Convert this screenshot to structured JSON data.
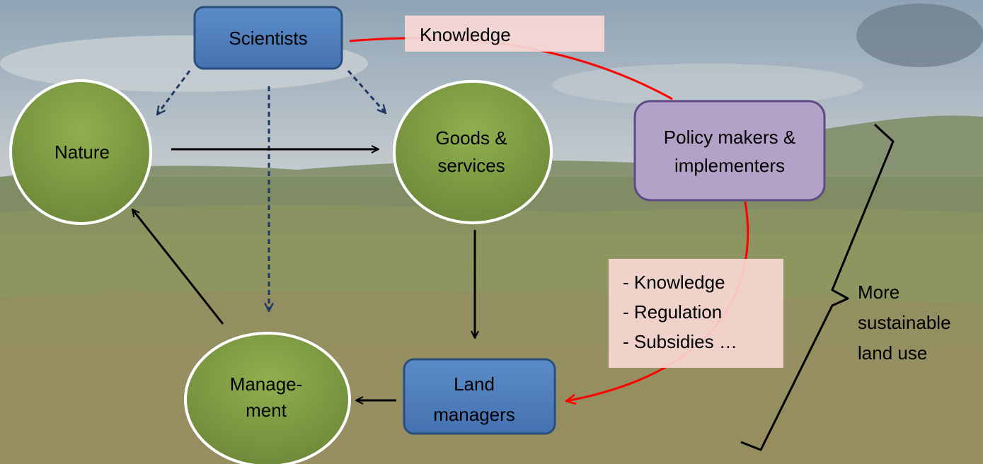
{
  "nodes": {
    "scientists": "Scientists",
    "nature": "Nature",
    "goods": [
      "Goods &",
      "services"
    ],
    "policy": [
      "Policy makers &",
      "implementers"
    ],
    "management": [
      "Manage-",
      "ment"
    ],
    "land_managers": [
      "Land",
      "managers"
    ]
  },
  "labels": {
    "knowledge": "Knowledge",
    "policy_tools": [
      "- Knowledge",
      "- Regulation",
      "- Subsidies …"
    ],
    "outcome": [
      "More",
      "sustainable",
      "land use"
    ]
  },
  "colors": {
    "blue_box": "#4f81bd",
    "purple_box": "#b3a2c7",
    "circle_fill": "#77933c",
    "red_arrow": "#ff0000",
    "dashed_arrow": "#1f3864",
    "label_bg": "#f9d9d6"
  }
}
